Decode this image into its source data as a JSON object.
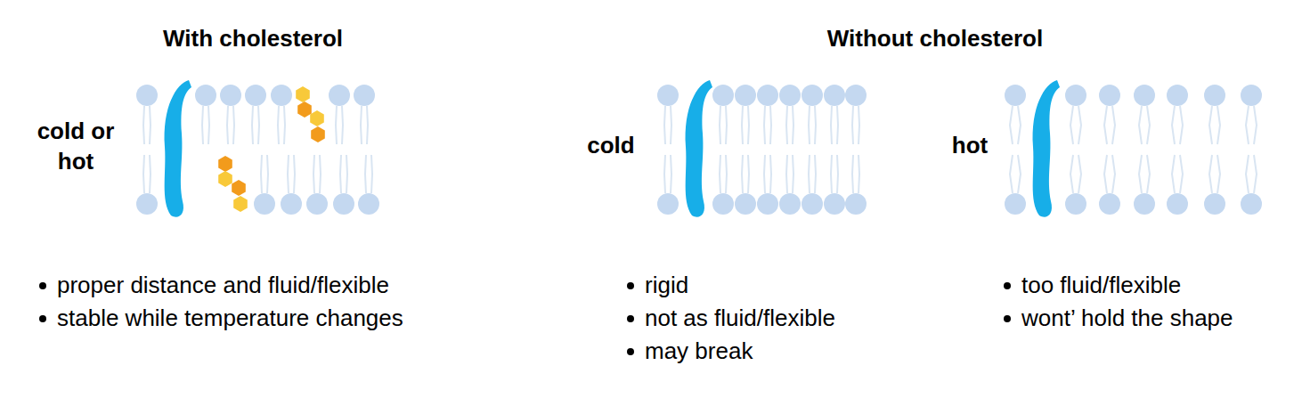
{
  "diagram": {
    "labels": [
      "With cholesterol",
      "Without cholesterol",
      "cold or hot",
      "cold",
      "hot",
      "proper distance and fluid/flexible",
      "stable while temperature changes",
      "rigid",
      "not as fluid/flexible",
      "may break",
      "too fluid/flexible",
      "wont’ hold the shape"
    ]
  }
}
